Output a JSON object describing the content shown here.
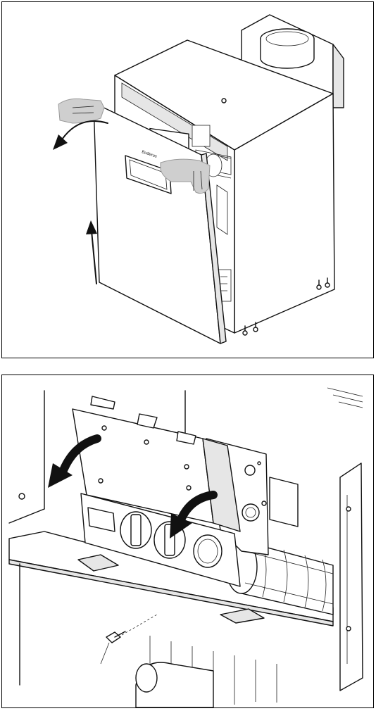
{
  "figure": {
    "panels": [
      {
        "id": "remove-front-panel",
        "description_icons": [
          "hand-icon",
          "hand-icon",
          "lift-arrow-icon",
          "pull-arrow-icon"
        ]
      },
      {
        "id": "tilt-control-box",
        "description_icons": [
          "rotate-arrow-icon",
          "rotate-arrow-icon",
          "screw-icon"
        ]
      }
    ],
    "logo_text": "Buderus",
    "colors": {
      "line": "#111111",
      "hand": "#cfcfcf",
      "background": "#ffffff"
    }
  }
}
